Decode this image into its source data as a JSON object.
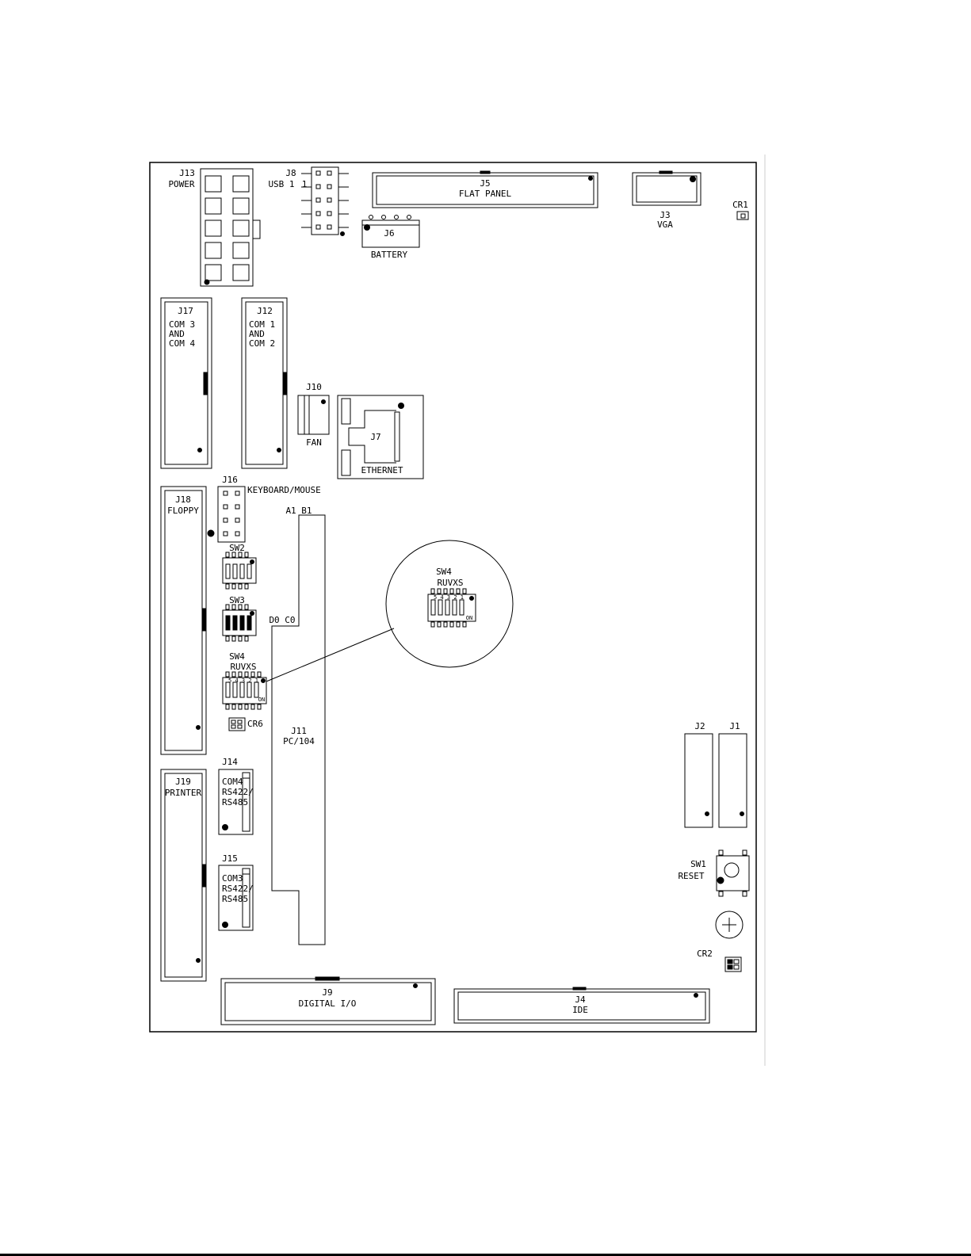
{
  "connectors": {
    "j13": {
      "ref": "J13",
      "name": "POWER"
    },
    "j8": {
      "ref": "J8",
      "name": "USB 1",
      "pin": "1"
    },
    "j5": {
      "ref": "J5",
      "name": "FLAT PANEL"
    },
    "j6": {
      "ref": "J6",
      "name": "BATTERY"
    },
    "j3": {
      "ref": "J3",
      "name": "VGA"
    },
    "cr1": {
      "ref": "CR1"
    },
    "j17": {
      "ref": "J17",
      "name1": "COM 3",
      "name2": "AND",
      "name3": "COM 4"
    },
    "j12": {
      "ref": "J12",
      "name1": "COM 1",
      "name2": "AND",
      "name3": "COM 2"
    },
    "j10": {
      "ref": "J10",
      "name": "FAN"
    },
    "j7": {
      "ref": "J7",
      "name": "ETHERNET"
    },
    "j16": {
      "ref": "J16",
      "name": "KEYBOARD/MOUSE"
    },
    "j18": {
      "ref": "J18",
      "name": "FLOPPY"
    },
    "sw2": {
      "ref": "SW2"
    },
    "sw3": {
      "ref": "SW3"
    },
    "sw4": {
      "ref": "SW4",
      "switch_labels": "RUVXS",
      "positions": "5 4 3 2 1",
      "on": "ON"
    },
    "cr6": {
      "ref": "CR6"
    },
    "j11": {
      "ref": "J11",
      "name": "PC/104",
      "pins_top": "A1 B1",
      "pins_side": "D0 C0"
    },
    "j14": {
      "ref": "J14",
      "name1": "COM4",
      "name2": "RS422/",
      "name3": "RS485"
    },
    "j15": {
      "ref": "J15",
      "name1": "COM3",
      "name2": "RS422/",
      "name3": "RS485"
    },
    "j19": {
      "ref": "J19",
      "name": "PRINTER"
    },
    "j9": {
      "ref": "J9",
      "name": "DIGITAL I/O"
    },
    "j4": {
      "ref": "J4",
      "name": "IDE"
    },
    "j2": {
      "ref": "J2"
    },
    "j1": {
      "ref": "J1"
    },
    "sw1": {
      "ref": "SW1",
      "name": "RESET"
    },
    "cr2": {
      "ref": "CR2"
    }
  }
}
